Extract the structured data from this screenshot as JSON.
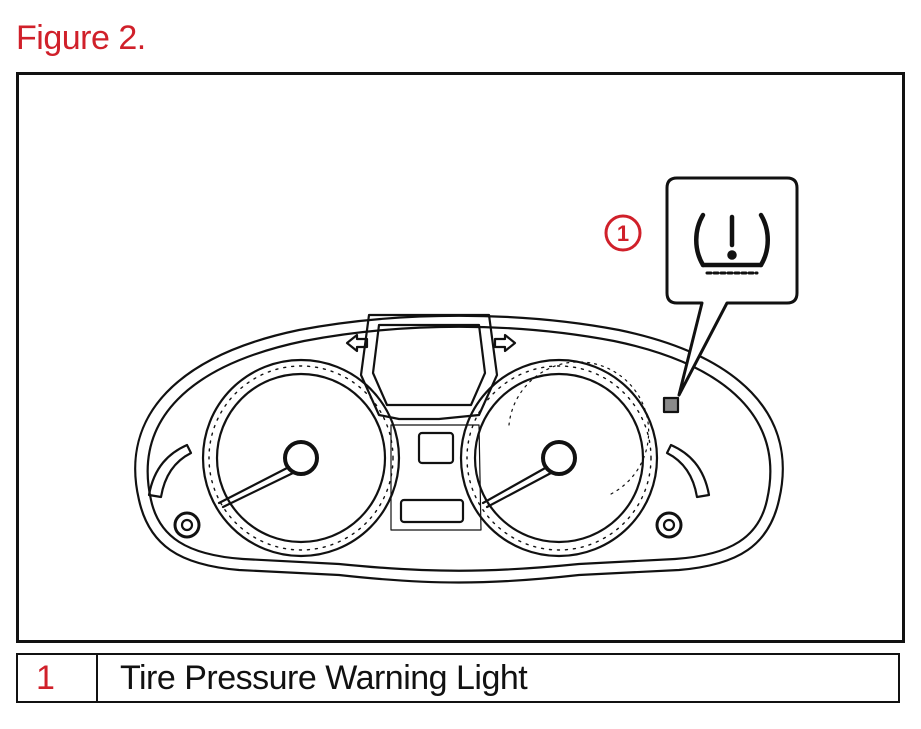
{
  "figure": {
    "title": "Figure 2."
  },
  "callout": {
    "number": "1"
  },
  "legend": {
    "number": "1",
    "label": "Tire Pressure Warning Light"
  },
  "icons": [
    "tire-pressure-warning-icon",
    "left-turn-signal-icon",
    "right-turn-signal-icon"
  ],
  "colors": {
    "accent_red": "#d0202a",
    "line": "#111111"
  }
}
